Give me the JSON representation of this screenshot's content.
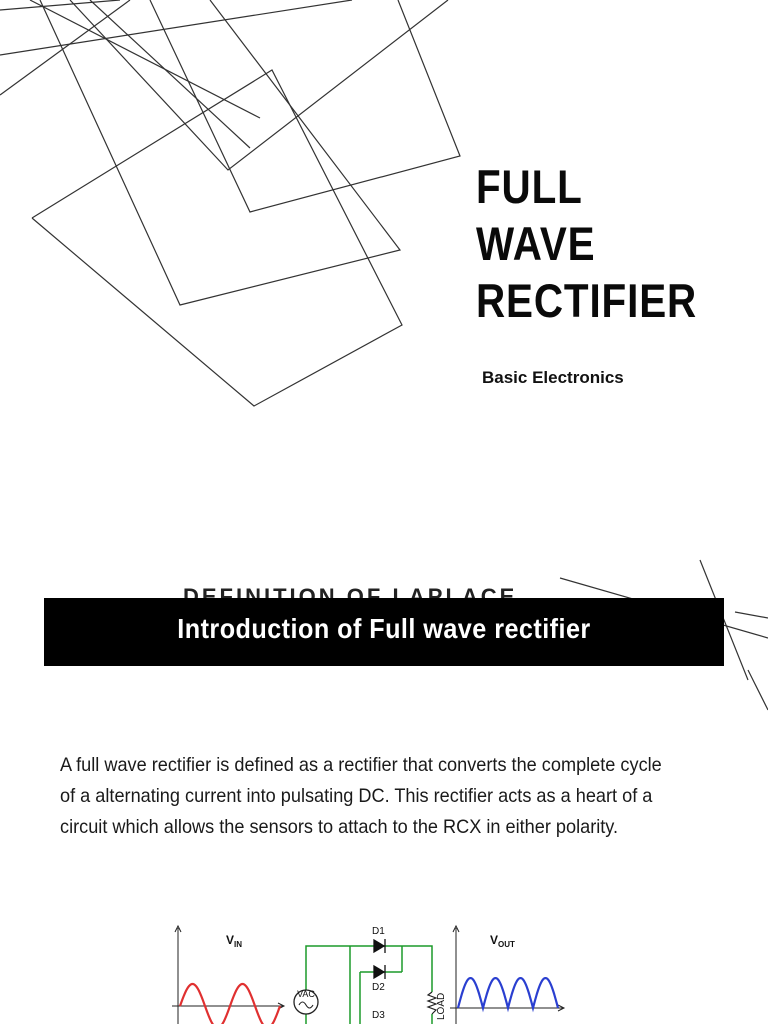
{
  "slide1": {
    "title_lines": [
      "FULL",
      "WAVE",
      "RECTIFIER"
    ],
    "subtitle": "Basic Electronics"
  },
  "slide2": {
    "ghost_title": "DEFINITION OF LAPLACE",
    "heading": "Introduction of Full wave rectifier",
    "body": "A full wave rectifier is defined as a rectifier that converts the complete cycle of a alternating current into pulsating DC. This rectifier acts as a heart of a circuit which allows the sensors to attach to the RCX in either polarity.",
    "circuit": {
      "vin_label": "V",
      "vin_sub": "IN",
      "vout_label": "V",
      "vout_sub": "OUT",
      "source_label": "VAC",
      "diodes": [
        "D1",
        "D2",
        "D3"
      ],
      "load_label": "LOAD",
      "input_color": "#e03030",
      "output_color": "#2a3fd0",
      "wire_color": "#1c9a2a"
    }
  }
}
